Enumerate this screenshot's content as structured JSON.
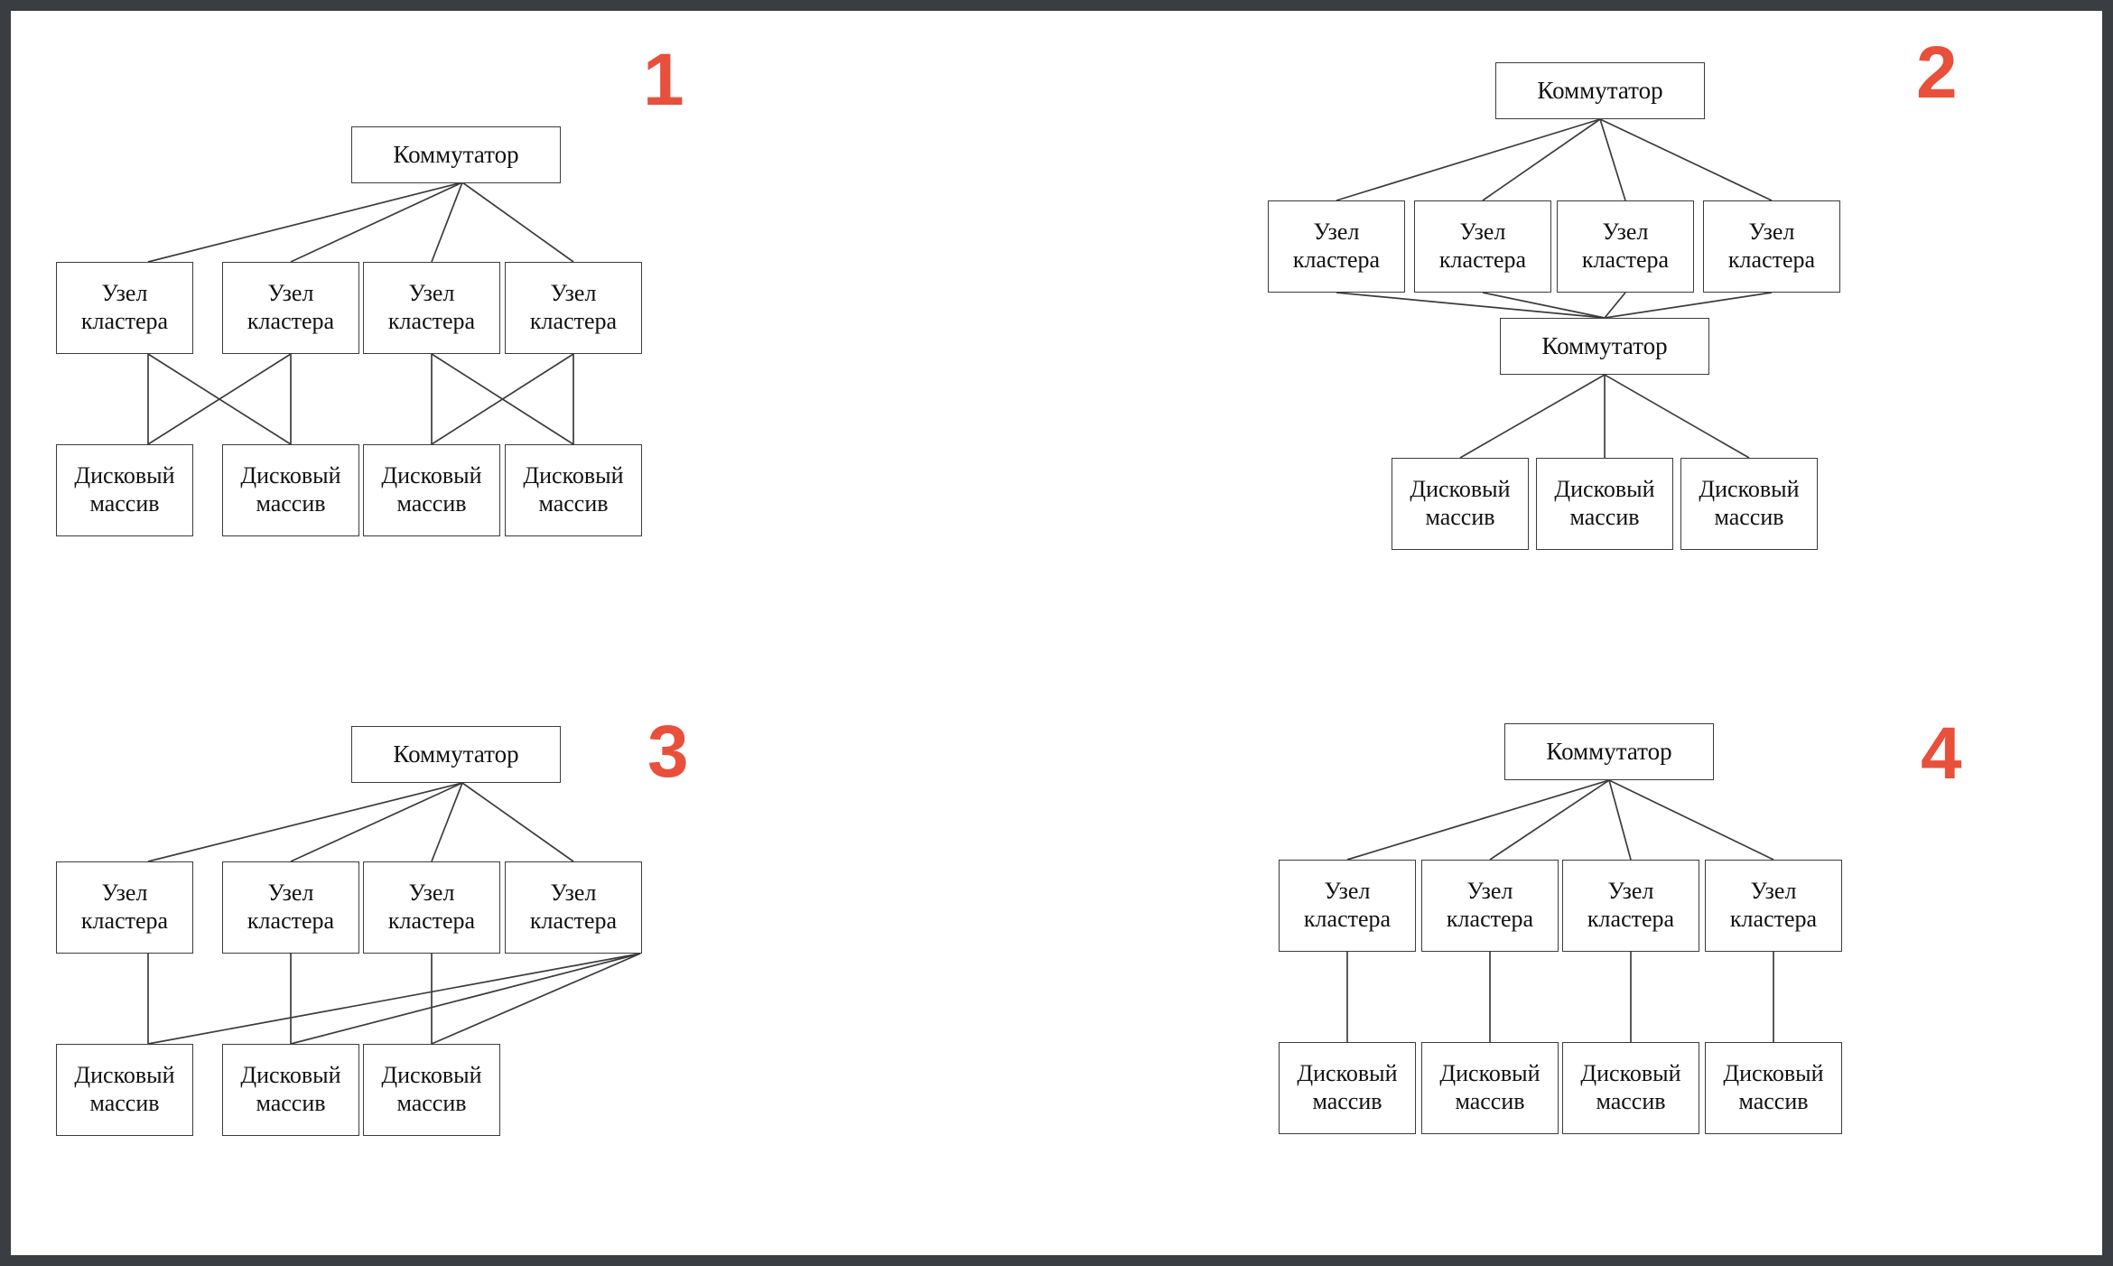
{
  "page": {
    "background": "#ffffff",
    "frame_color": "#3a3d42",
    "accent_color": "#e8503c",
    "line_color": "#3c3c40"
  },
  "labels": {
    "switch": "Коммутатор",
    "node_line1": "Узел",
    "node_line2": "кластера",
    "array_line1": "Дисковый",
    "array_line2": "массив"
  },
  "diagrams": [
    {
      "number": "1",
      "caption_number": "1",
      "topology": "Один коммутатор, четыре узла кластера, четыре дисковых массива с перекрёстным подключением попарно",
      "switch_count": 1,
      "node_count": 4,
      "array_count": 4,
      "switches": [
        {
          "label": "Коммутатор"
        }
      ],
      "nodes": [
        {
          "line1": "Узел",
          "line2": "кластера"
        },
        {
          "line1": "Узел",
          "line2": "кластера"
        },
        {
          "line1": "Узел",
          "line2": "кластера"
        },
        {
          "line1": "Узел",
          "line2": "кластера"
        }
      ],
      "arrays": [
        {
          "line1": "Дисковый",
          "line2": "массив"
        },
        {
          "line1": "Дисковый",
          "line2": "массив"
        },
        {
          "line1": "Дисковый",
          "line2": "массив"
        },
        {
          "line1": "Дисковый",
          "line2": "массив"
        }
      ]
    },
    {
      "number": "2",
      "caption_number": "2",
      "topology": "Два коммутатора, четыре узла кластера, три дисковых массива",
      "switch_count": 2,
      "node_count": 4,
      "array_count": 3,
      "switches": [
        {
          "label": "Коммутатор"
        },
        {
          "label": "Коммутатор"
        }
      ],
      "nodes": [
        {
          "line1": "Узел",
          "line2": "кластера"
        },
        {
          "line1": "Узел",
          "line2": "кластера"
        },
        {
          "line1": "Узел",
          "line2": "кластера"
        },
        {
          "line1": "Узел",
          "line2": "кластера"
        }
      ],
      "arrays": [
        {
          "line1": "Дисковый",
          "line2": "массив"
        },
        {
          "line1": "Дисковый",
          "line2": "массив"
        },
        {
          "line1": "Дисковый",
          "line2": "массив"
        }
      ]
    },
    {
      "number": "3",
      "caption_number": "3",
      "topology": "Один коммутатор, четыре узла кластера, три дисковых массива; четвёртый узел подключён ко всем массивам",
      "switch_count": 1,
      "node_count": 4,
      "array_count": 3,
      "switches": [
        {
          "label": "Коммутатор"
        }
      ],
      "nodes": [
        {
          "line1": "Узел",
          "line2": "кластера"
        },
        {
          "line1": "Узел",
          "line2": "кластера"
        },
        {
          "line1": "Узел",
          "line2": "кластера"
        },
        {
          "line1": "Узел",
          "line2": "кластера"
        }
      ],
      "arrays": [
        {
          "line1": "Дисковый",
          "line2": "массив"
        },
        {
          "line1": "Дисковый",
          "line2": "массив"
        },
        {
          "line1": "Дисковый",
          "line2": "массив"
        }
      ]
    },
    {
      "number": "4",
      "caption_number": "4",
      "topology": "Один коммутатор, четыре узла кластера, четыре дисковых массива с прямым подключением один к одному",
      "switch_count": 1,
      "node_count": 4,
      "array_count": 4,
      "switches": [
        {
          "label": "Коммутатор"
        }
      ],
      "nodes": [
        {
          "line1": "Узел",
          "line2": "кластера"
        },
        {
          "line1": "Узел",
          "line2": "кластера"
        },
        {
          "line1": "Узел",
          "line2": "кластера"
        },
        {
          "line1": "Узел",
          "line2": "кластера"
        }
      ],
      "arrays": [
        {
          "line1": "Дисковый",
          "line2": "массив"
        },
        {
          "line1": "Дисковый",
          "line2": "массив"
        },
        {
          "line1": "Дисковый",
          "line2": "массив"
        },
        {
          "line1": "Дисковый",
          "line2": "массив"
        }
      ]
    }
  ]
}
